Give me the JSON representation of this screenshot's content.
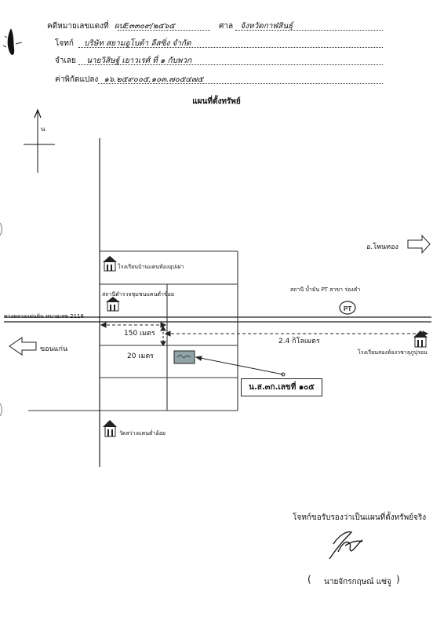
{
  "header": {
    "case_label": "คดีหมายเลขแดงที่",
    "case_value": "ผบE๓๓๐๙/๒๕๖๕",
    "court_label": "ศาล",
    "court_value": "จังหวัดกาฬสินธุ์",
    "plaintiff_label": "โจทก์",
    "plaintiff_value": "บริษัท สยามอูโบต้า ลีสซิ่ง จำกัด",
    "defendant_label": "จำเลย",
    "defendant_value": "นายวิสิษฐ์ เยาวเรศ์ ที่ ๑ กับพวก",
    "coords_label": "ค่าพิกัดแปลง",
    "coords_value": "๑๖.๒๕๙๐๐๕,๑๐๓.๗๐๕๔๗๕"
  },
  "title": "แผนที่ตั้งทรัพย์",
  "map": {
    "north_label": "น",
    "highway_label": "ทางหลวงแผ่นดิน หมายเลข 2116",
    "dir_right": "อ.โพนทอง",
    "dir_left": "ขอนแก่น",
    "school_top": "โรงเรียนบ้านแคนท้องอุปเผ่า",
    "office": "สถานีตำรวจชุมชนแคนต่ำข้อย",
    "gas_station": "สถานี บ้ำมัน PT สาขา ร่องคำ",
    "school_right": "โรงเรียนสองห้องวชาลุภูปุรอน",
    "temple": "วัดสว่างแคนต่ำอ้อย",
    "dist_150": "150 เมตร",
    "dist_20": "20 เมตร",
    "dist_24": "2.4 กิโลเมตร",
    "parcel": "น.ส.๓ก.เลขที่ ๑๐๕"
  },
  "signature": {
    "certify": "โจทก์ขอรับรองว่าเป็นแผนที่ตั้งทรัพย์จริง",
    "open_paren": "(",
    "name": "นายจักรกฤษณ์ แซ่จู",
    "close_paren": ")"
  }
}
